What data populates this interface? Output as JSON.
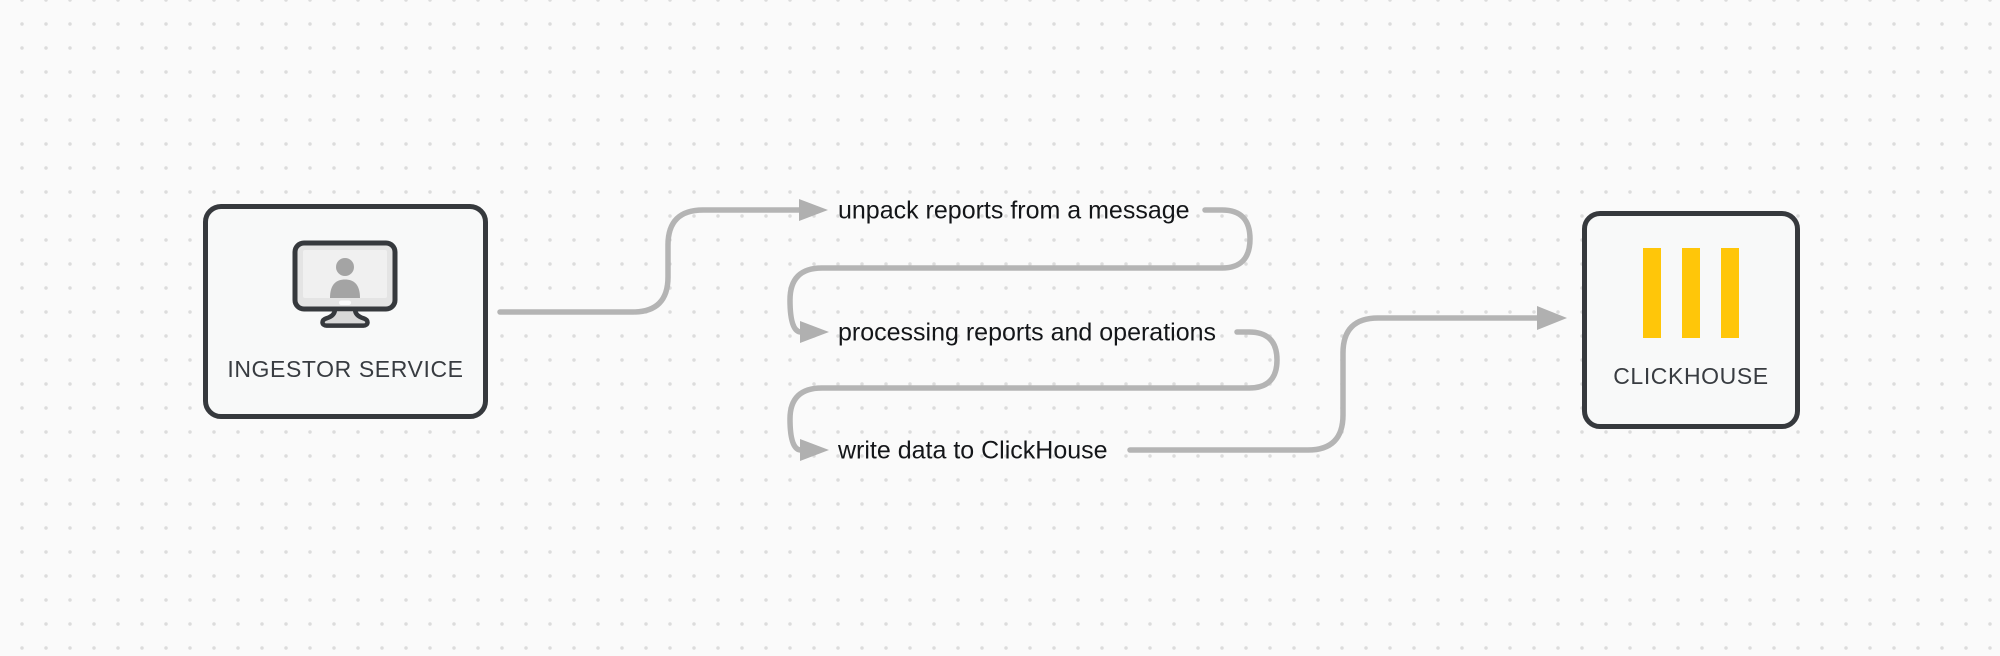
{
  "diagram": {
    "background_color": "#fafafa",
    "dot_grid_color": "#dcdcdc",
    "connector_color": "#b4b4b4",
    "node_border_color": "#36393d",
    "node_fill_color": "#f8f9f9",
    "nodes": {
      "ingestor": {
        "label": "INGESTOR SERVICE",
        "icon": "monitor-user-icon"
      },
      "clickhouse": {
        "label": "CLICKHOUSE",
        "icon": "clickhouse-bars-icon",
        "bar_color": "#ffc609"
      }
    },
    "steps": [
      {
        "label": "unpack reports from a message"
      },
      {
        "label": "processing reports and operations"
      },
      {
        "label": "write data to ClickHouse"
      }
    ]
  }
}
